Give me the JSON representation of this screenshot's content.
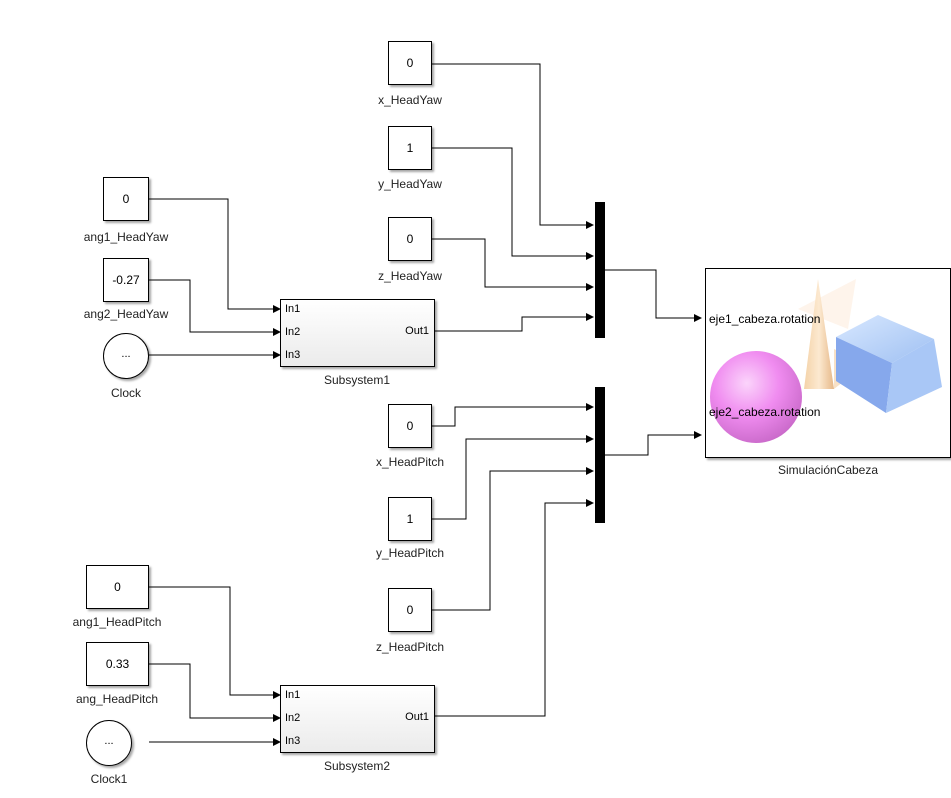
{
  "constants": [
    {
      "id": "x_HeadYaw",
      "value": "0",
      "label": "x_HeadYaw"
    },
    {
      "id": "y_HeadYaw",
      "value": "1",
      "label": "y_HeadYaw"
    },
    {
      "id": "z_HeadYaw",
      "value": "0",
      "label": "z_HeadYaw"
    },
    {
      "id": "ang1_HeadYaw",
      "value": "0",
      "label": "ang1_HeadYaw"
    },
    {
      "id": "ang2_HeadYaw",
      "value": "-0.27",
      "label": "ang2_HeadYaw"
    },
    {
      "id": "x_HeadPitch",
      "value": "0",
      "label": "x_HeadPitch"
    },
    {
      "id": "y_HeadPitch",
      "value": "1",
      "label": "y_HeadPitch"
    },
    {
      "id": "z_HeadPitch",
      "value": "0",
      "label": "z_HeadPitch"
    },
    {
      "id": "ang1_HeadPitch",
      "value": "0",
      "label": "ang1_HeadPitch"
    },
    {
      "id": "ang_HeadPitch",
      "value": "0.33",
      "label": "ang_HeadPitch"
    }
  ],
  "clocks": [
    {
      "symbol": "...",
      "label": "Clock"
    },
    {
      "symbol": "...",
      "label": "Clock1"
    }
  ],
  "subsystems": [
    {
      "label": "Subsystem1",
      "inputs": [
        "In1",
        "In2",
        "In3"
      ],
      "output": "Out1"
    },
    {
      "label": "Subsystem2",
      "inputs": [
        "In1",
        "In2",
        "In3"
      ],
      "output": "Out1"
    }
  ],
  "simulation": {
    "label": "SimulaciónCabeza",
    "ports": [
      "eje1_cabeza.rotation",
      "eje2_cabeza.rotation"
    ]
  }
}
